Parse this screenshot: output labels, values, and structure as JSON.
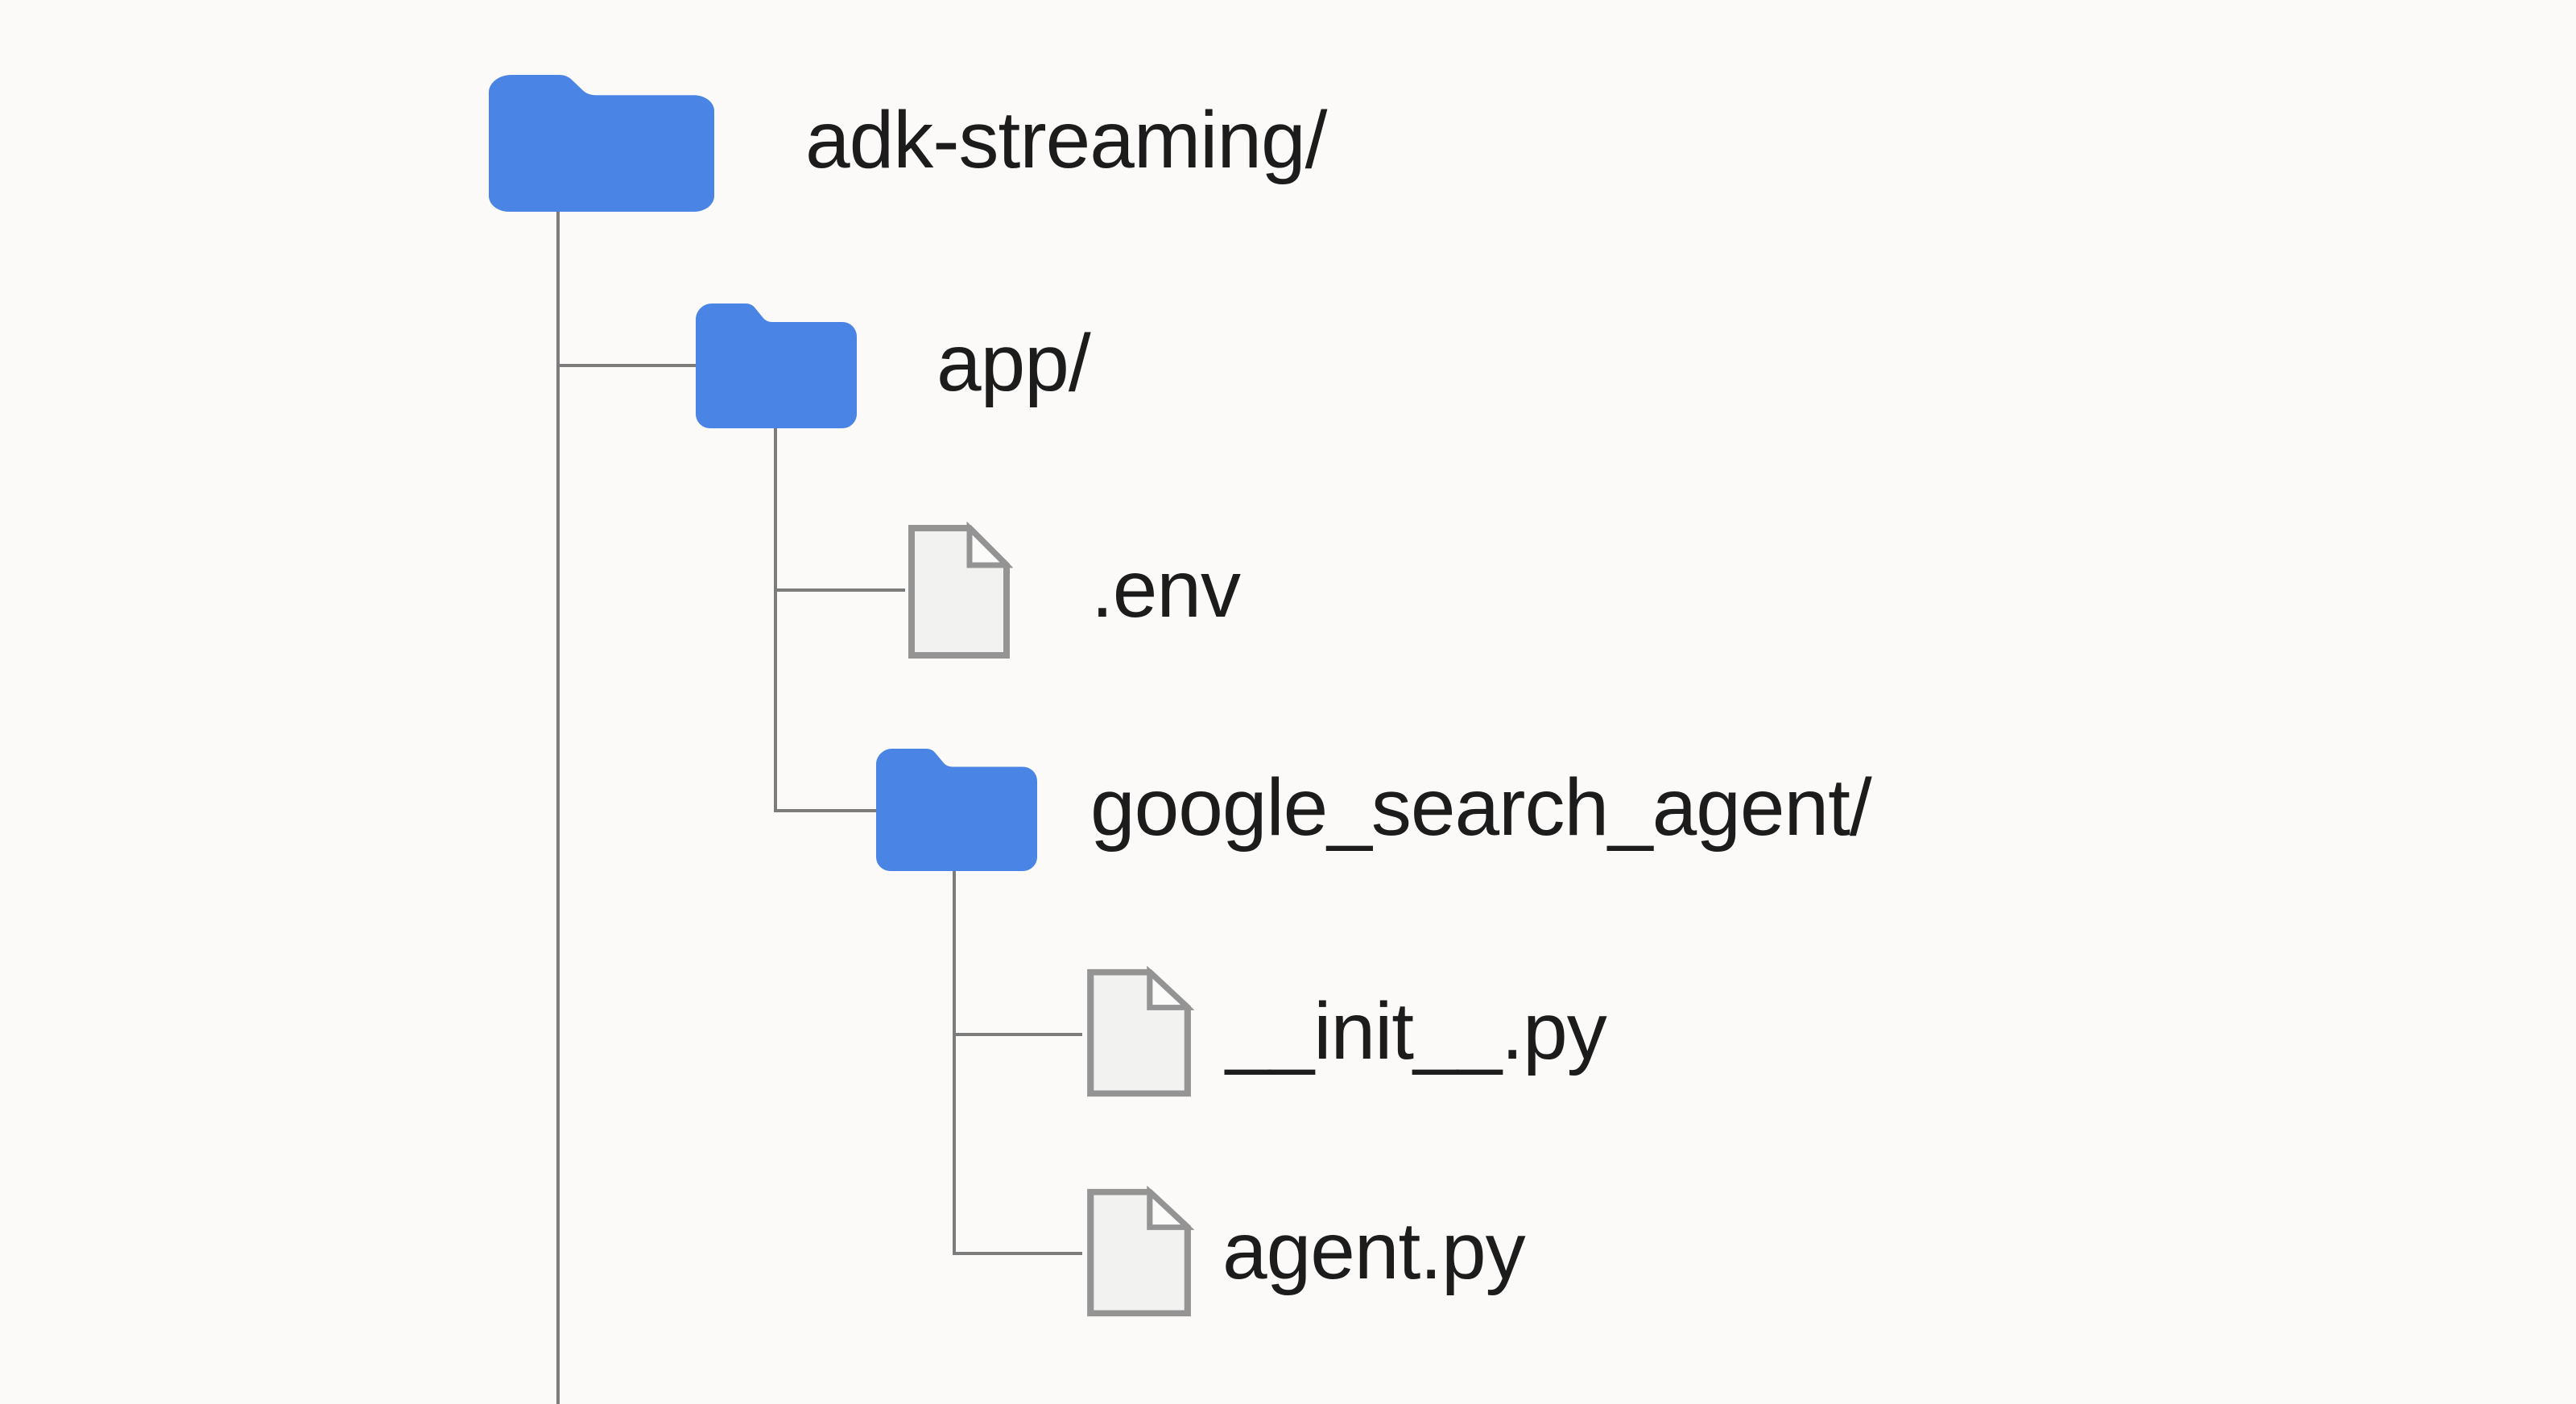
{
  "diagram": {
    "kind": "file-tree",
    "root_label": "adk-streaming/",
    "nodes": [
      {
        "id": "root",
        "type": "folder",
        "label": "adk-streaming/",
        "depth": 0,
        "parent": null
      },
      {
        "id": "app",
        "type": "folder",
        "label": "app/",
        "depth": 1,
        "parent": "root"
      },
      {
        "id": "env",
        "type": "file",
        "label": ".env",
        "depth": 2,
        "parent": "app"
      },
      {
        "id": "gsa",
        "type": "folder",
        "label": "google_search_agent/",
        "depth": 2,
        "parent": "app"
      },
      {
        "id": "init",
        "type": "file",
        "label": "__init__.py",
        "depth": 3,
        "parent": "gsa"
      },
      {
        "id": "agent",
        "type": "file",
        "label": "agent.py",
        "depth": 3,
        "parent": "gsa"
      }
    ],
    "icons": {
      "folder": "folder-icon",
      "file": "file-icon"
    },
    "colors": {
      "background": "#fbfaf8",
      "folder_fill": "#4a84e4",
      "file_fill": "#f2f2f1",
      "file_fold_fill": "#fbfbfa",
      "file_border": "#949494",
      "connector_line": "#7c7c7c",
      "label_text": "#1c1c1c"
    }
  }
}
